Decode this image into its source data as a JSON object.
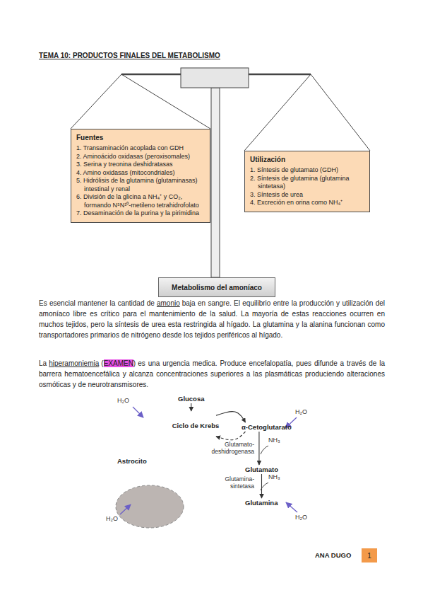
{
  "diagram": {
    "title": "TEMA 10: PRODUCTOS FINALES DEL METABOLISMO",
    "nodes": [
      {
        "text": [
          "Fuentes",
          "1. Transaminación acoplada con GDH",
          "2. Aminoácido oxidasas (peroxisomales)",
          "3. Serina y treonina deshidratasas",
          "4. Amino oxidasas (mitocondriales)",
          "5. Hidrólisis de la glutamina (glutaminasas) intestinal y renal",
          "6. División de la glicina a NH₄⁺ y CO₂, formando N⁵N¹⁰-metileno tetrahidrofolato",
          "7. Desaminación de la purina y la pirimidina"
        ]
      },
      {
        "text": [
          "Utilización",
          "1. Síntesis de glutamato (GDH)",
          "2. Síntesis de glutamina (glutamina sintetasa)",
          "3. Síntesis de urea",
          "4. Excreción en orina como NH₄⁺"
        ]
      },
      {
        "text": [
          "Metabolismo del amoníaco"
        ]
      },
      {
        "text": [
          "Astrocito"
        ]
      },
      {
        "text": [
          "Glucosa"
        ],
        "in": 3
      },
      {
        "text": [
          "Ciclo de Krebs"
        ],
        "in": 3
      },
      {
        "text": [
          "α-Cetoglutarato"
        ],
        "in": 3
      },
      {
        "text": [
          "Glutamato"
        ],
        "in": 3
      },
      {
        "text": [
          "Glutamina"
        ],
        "in": 3
      }
    ],
    "edges": [
      {
        "from": 4,
        "to": 5,
        "arrow": "to"
      },
      {
        "from": 5,
        "to": 6,
        "arrow": "to"
      },
      {
        "from": 6,
        "to": 5,
        "arrow": "to"
      },
      {
        "from": 6,
        "to": 7,
        "label": "Glutamato-deshidrogenasa",
        "arrow": "to"
      },
      {
        "from": 7,
        "to": 8,
        "label": "Glutamina-sintetasa",
        "arrow": "to"
      }
    ],
    "labels": [
      "Es esencial mantener la cantidad de",
      "amonio",
      "baja en sangre. El equilibrio entre la producción y utilización del amoníaco libre es crítico para el mantenimiento de la salud. La mayoría de estas reacciones ocurren en muchos tejidos, pero la síntesis de urea esta restringida al hígado. La glutamina y la alanina funcionan como transportadores primarios de nitrógeno desde los tejidos periféricos al hígado.",
      "La",
      "hiperamoniemia",
      "(",
      "EXAMEN",
      ")",
      "es una urgencia medica. Produce encefalopatía, pues difunde a través de la barrera hematoencefálica y alcanza concentraciones superiores a las plasmáticas produciendo alteraciones osmóticas y de neurotransmisores.",
      "NH₃",
      "NH₃",
      "H₂O",
      "H₂O",
      "H₂O",
      "H₂O",
      "ANA DUGO",
      "1"
    ]
  }
}
